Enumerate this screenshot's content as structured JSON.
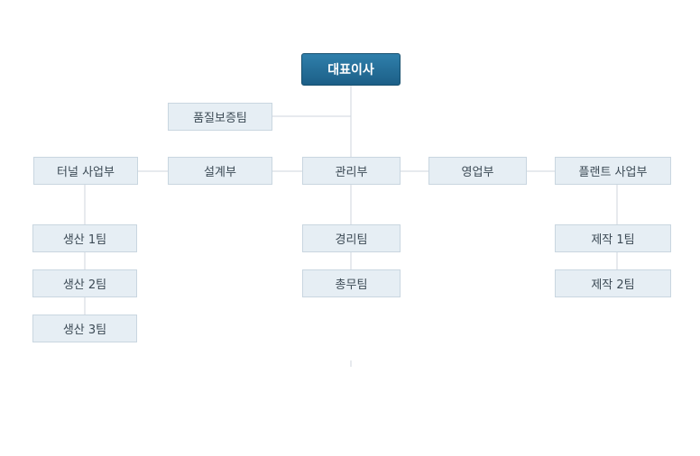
{
  "chart": {
    "ceo": "대표이사",
    "quality": "품질보증팀",
    "tunnel": "터널 사업부",
    "design": "설계부",
    "admin": "관리부",
    "sales": "영업부",
    "plant": "플랜트 사업부",
    "prod1": "생산 1팀",
    "prod2": "생산 2팀",
    "prod3": "생산 3팀",
    "accounting": "경리팀",
    "general": "총무팀",
    "make1": "제작 1팀",
    "make2": "제작 2팀"
  }
}
